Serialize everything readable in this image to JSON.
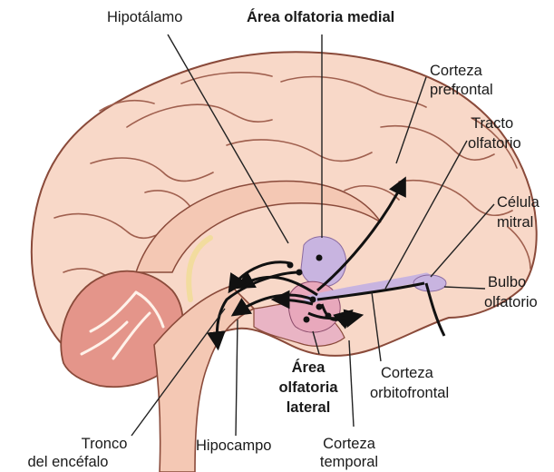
{
  "labels": {
    "hipotalamo": "Hipotálamo",
    "area_medial": "Área olfatoria medial",
    "corteza_prefrontal_1": "Corteza",
    "corteza_prefrontal_2": "prefrontal",
    "tracto_olfatorio_1": "Tracto",
    "tracto_olfatorio_2": "olfatorio",
    "celula_mitral_1": "Célula",
    "celula_mitral_2": "mitral",
    "bulbo_olfatorio_1": "Bulbo",
    "bulbo_olfatorio_2": "olfatorio",
    "area_lateral_1": "Área",
    "area_lateral_2": "olfatoria",
    "area_lateral_3": "lateral",
    "corteza_orbitofrontal_1": "Corteza",
    "corteza_orbitofrontal_2": "orbitofrontal",
    "tronco_1": "Tronco",
    "tronco_2": "del encéfalo",
    "hipocampo": "Hipocampo",
    "corteza_temporal_1": "Corteza",
    "corteza_temporal_2": "temporal"
  },
  "colors": {
    "brain_fill": "#f8d8c8",
    "brain_stroke": "#8a4a3a",
    "cerebellum_fill": "#e4958a",
    "lavender": "#c8b4e0",
    "pink_region": "#e9b4c4",
    "tract": "#f2dc9e",
    "arrow": "#111111"
  }
}
